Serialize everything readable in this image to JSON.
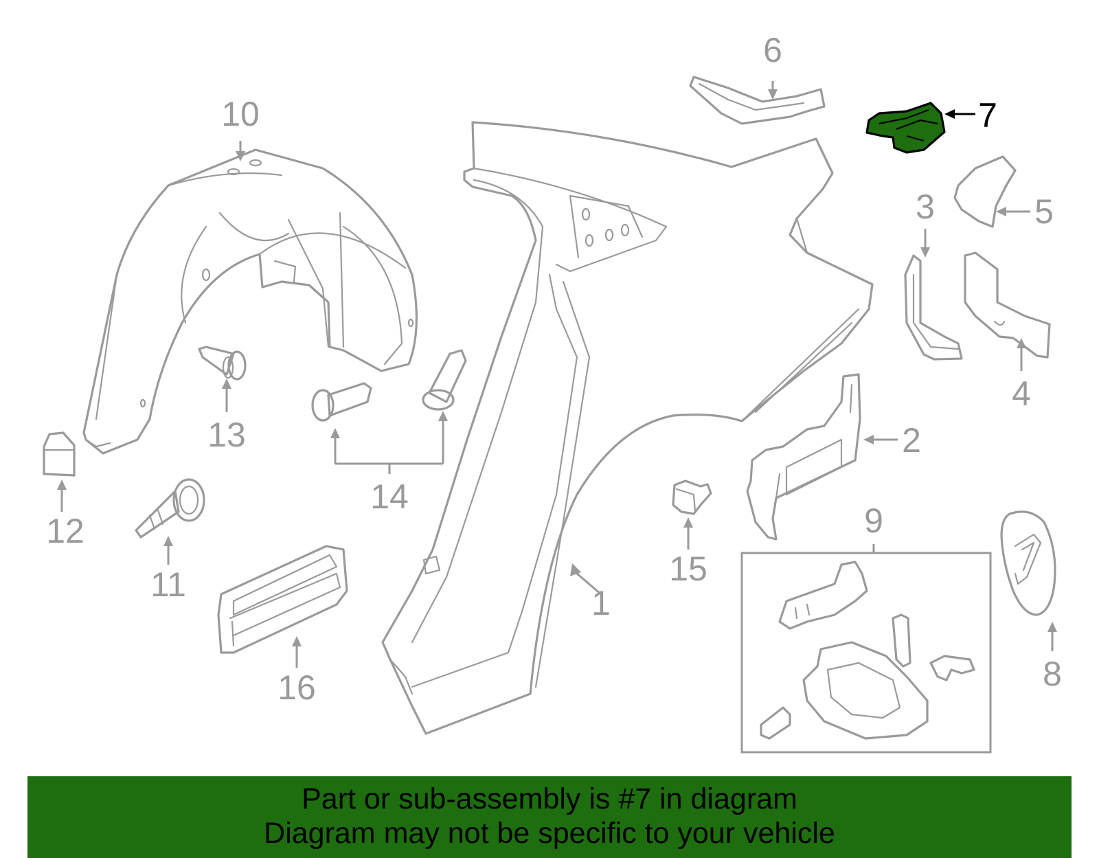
{
  "callouts": {
    "c1": "1",
    "c2": "2",
    "c3": "3",
    "c4": "4",
    "c5": "5",
    "c6": "6",
    "c7": "7",
    "c8": "8",
    "c9": "9",
    "c10": "10",
    "c11": "11",
    "c12": "12",
    "c13": "13",
    "c14": "14",
    "c15": "15",
    "c16": "16"
  },
  "highlight": {
    "part_number": "7",
    "color": "#1e6e10"
  },
  "colors": {
    "line": "#9a9a9a",
    "banner": "#1e6e10",
    "text": "#000000"
  },
  "banner": {
    "line1": "Part or sub-assembly is #7 in diagram",
    "line2": "Diagram may not be specific to your vehicle"
  }
}
